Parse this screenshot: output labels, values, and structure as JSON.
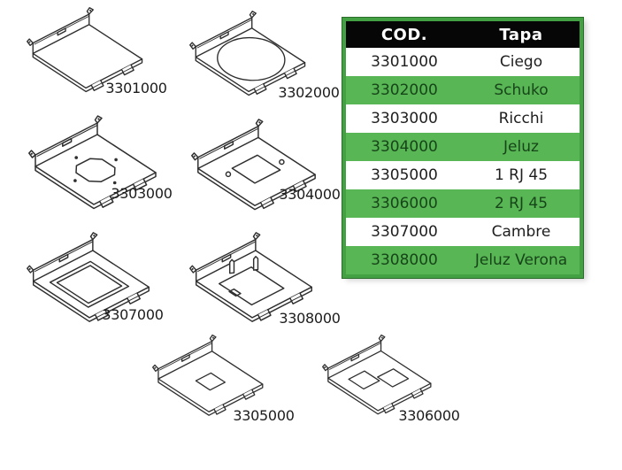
{
  "table": {
    "headers": [
      "COD.",
      "Tapa"
    ],
    "rows": [
      {
        "cod": "3301000",
        "tapa": "Ciego"
      },
      {
        "cod": "3302000",
        "tapa": "Schuko"
      },
      {
        "cod": "3303000",
        "tapa": "Ricchi"
      },
      {
        "cod": "3304000",
        "tapa": "Jeluz"
      },
      {
        "cod": "3305000",
        "tapa": "1 RJ 45"
      },
      {
        "cod": "3306000",
        "tapa": "2 RJ 45"
      },
      {
        "cod": "3307000",
        "tapa": "Cambre"
      },
      {
        "cod": "3308000",
        "tapa": "Jeluz Verona"
      }
    ],
    "colors": {
      "header_bg": "#060606",
      "header_text": "#ffffff",
      "row_bg": "#ffffff",
      "row_text": "#1e1e1e",
      "row_alt_bg": "#58b654",
      "row_alt_text": "#17451a",
      "border": "#43a143"
    }
  },
  "diagrams": [
    {
      "label": "3301000",
      "cutout": "blank"
    },
    {
      "label": "3302000",
      "cutout": "circle"
    },
    {
      "label": "3303000",
      "cutout": "octagon-holes"
    },
    {
      "label": "3304000",
      "cutout": "rect-holes"
    },
    {
      "label": "3307000",
      "cutout": "large-frame"
    },
    {
      "label": "3308000",
      "cutout": "frame-posts"
    },
    {
      "label": "3305000",
      "cutout": "small-square"
    },
    {
      "label": "3306000",
      "cutout": "two-squares"
    }
  ],
  "drawing": {
    "line_color": "#2e2e2e",
    "label_color": "#1c1c1c"
  }
}
